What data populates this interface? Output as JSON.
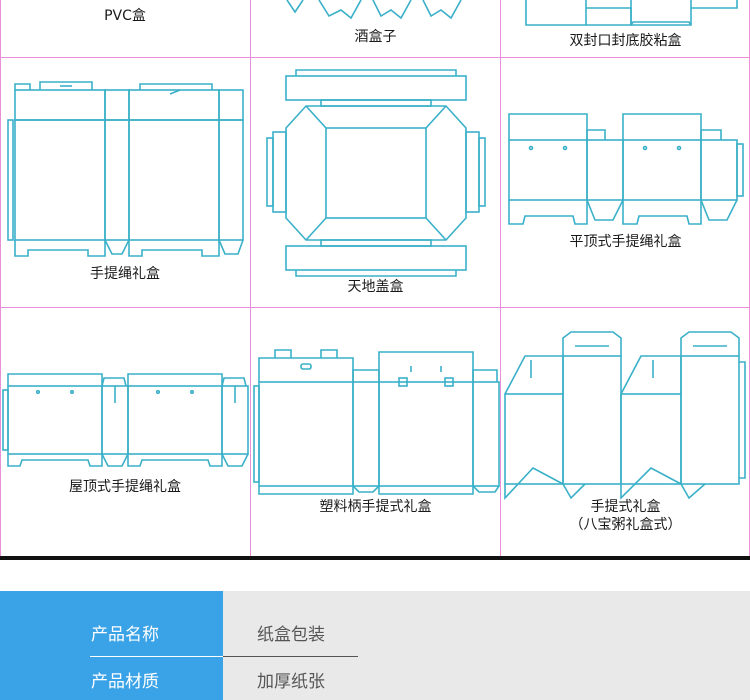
{
  "grid": {
    "cells": [
      {
        "caption": "PVC盒"
      },
      {
        "caption": "酒盒子"
      },
      {
        "caption": "双封口封底胶粘盒"
      },
      {
        "caption": "手提绳礼盒"
      },
      {
        "caption": "天地盖盒"
      },
      {
        "caption": "平顶式手提绳礼盒"
      },
      {
        "caption": "屋顶式手提绳礼盒"
      },
      {
        "caption": "塑料柄手提式礼盒"
      },
      {
        "caption": "手提式礼盒",
        "caption2": "（八宝粥礼盒式）"
      }
    ]
  },
  "specs": [
    {
      "label": "产品名称",
      "value": "纸盒包装"
    },
    {
      "label": "产品材质",
      "value": "加厚纸张"
    }
  ],
  "colors": {
    "dieline": "#3ab0c8",
    "grid_line": "#e98fd8",
    "spec_label_bg": "#3aa2e6",
    "spec_bg": "#e9e9e9"
  }
}
